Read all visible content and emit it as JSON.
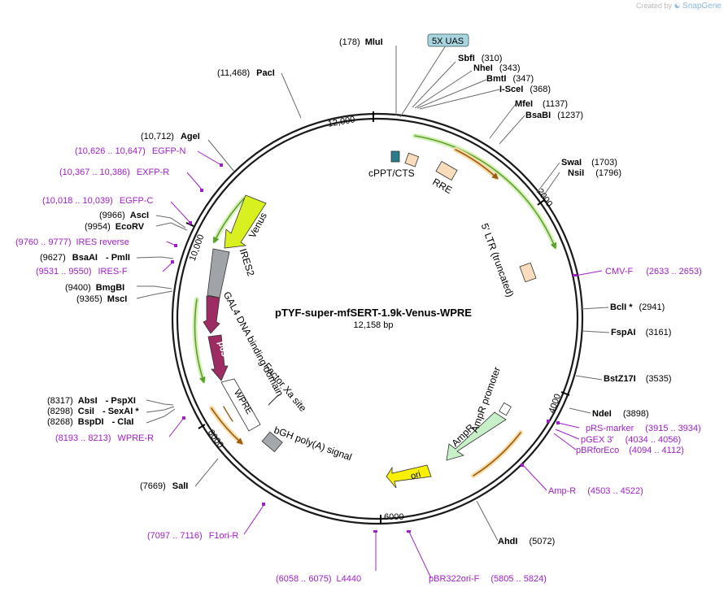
{
  "credit": {
    "prefix": "Created by",
    "brand": "SnapGene"
  },
  "plasmid": {
    "name": "pTYF-super-mfSERT-1.9k-Venus-WPRE",
    "length": "12,158 bp"
  },
  "ticks": [
    "12,000",
    "2000",
    "4000",
    "6000",
    "8000",
    "10,000"
  ],
  "uas_box": "5X UAS",
  "sites": [
    {
      "pos": "(178)",
      "name": "MluI"
    },
    {
      "pos": "(310)",
      "name": "SbfI"
    },
    {
      "pos": "(343)",
      "name": "NheI"
    },
    {
      "pos": "(347)",
      "name": "BmtI"
    },
    {
      "pos": "(368)",
      "name": "I-SceI"
    },
    {
      "pos": "(1137)",
      "name": "MfeI"
    },
    {
      "pos": "(1237)",
      "name": "BsaBI"
    },
    {
      "pos": "(1703)",
      "name": "SwaI"
    },
    {
      "pos": "(1796)",
      "name": "NsiI"
    },
    {
      "pos": "(2941)",
      "name": "BclI *"
    },
    {
      "pos": "(3161)",
      "name": "FspAI"
    },
    {
      "pos": "(3535)",
      "name": "BstZ17I"
    },
    {
      "pos": "(3898)",
      "name": "NdeI"
    },
    {
      "pos": "(5072)",
      "name": "AhdI"
    },
    {
      "pos": "(7669)",
      "name": "SalI"
    },
    {
      "pos": "(8317)",
      "name": "AbsI",
      "name2": "- PspXI"
    },
    {
      "pos": "(8298)",
      "name": "CsiI",
      "name2": "- SexAI *"
    },
    {
      "pos": "(8268)",
      "name": "BspDI",
      "name2": "- ClaI"
    },
    {
      "pos": "(9400)",
      "name": "BmgBI"
    },
    {
      "pos": "(9365)",
      "name": "MscI"
    },
    {
      "pos": "(9627)",
      "name": "BsaAI",
      "name2": "- PmlI"
    },
    {
      "pos": "(9966)",
      "name": "AscI"
    },
    {
      "pos": "(9954)",
      "name": "EcoRV"
    },
    {
      "pos": "(10,712)",
      "name": "AgeI"
    },
    {
      "pos": "(11,468)",
      "name": "PacI"
    }
  ],
  "primers": [
    {
      "name": "CMV-F",
      "range": "(2633 .. 2653)"
    },
    {
      "name": "pRS-marker",
      "range": "(3915 .. 3934)"
    },
    {
      "name": "pGEX 3'",
      "range": "(4034 .. 4056)"
    },
    {
      "name": "pBRforEco",
      "range": "(4094 .. 4112)"
    },
    {
      "name": "Amp-R",
      "range": "(4503 .. 4522)"
    },
    {
      "name": "pBR322ori-F",
      "range": "(5805 .. 5824)"
    },
    {
      "name": "L4440",
      "range": "(6058 .. 6075)"
    },
    {
      "name": "F1ori-R",
      "range": "(7097 .. 7116)"
    },
    {
      "name": "WPRE-R",
      "range": "(8193 .. 8213)"
    },
    {
      "name": "IRES-F",
      "range": "(9531 .. 9550)"
    },
    {
      "name": "IRES reverse",
      "range": "(9760 .. 9777)"
    },
    {
      "name": "EGFP-C",
      "range": "(10,018 .. 10,039)"
    },
    {
      "name": "EXFP-R",
      "range": "(10,367 .. 10,386)"
    },
    {
      "name": "EGFP-N",
      "range": "(10,626 .. 10,647)"
    }
  ],
  "features": {
    "cppt": "cPPT/CTS",
    "rre": "RRE",
    "ltr": "5' LTR (truncated)",
    "ampr_promoter": "AmpR promoter",
    "ampr": "AmpR",
    "ori": "ori",
    "bgh": "bGH poly(A) signal",
    "factor_xa": "Factor Xa site",
    "gal4": "GAL4 DNA binding domain",
    "p65": "p65",
    "wpre": "WPRE",
    "ires2": "IRES2",
    "venus": "Venus"
  },
  "colors": {
    "backbone": "#1a1a1a",
    "site_line": "#6a6a6a",
    "primer": "#a020c8",
    "feature_arc_green": "#5aa02c",
    "feature_arc_orange": "#c07818",
    "venus": "#d8f020",
    "ires2": "#a0a4a8",
    "gal4": "#9c2c62",
    "ampr": "#c8f0c8",
    "ori": "#f8f000",
    "cppt": "#2a7c8c",
    "rre": "#f8dcbc",
    "bgh": "#a4a8ac",
    "uas_box": "#a8d4e0"
  }
}
